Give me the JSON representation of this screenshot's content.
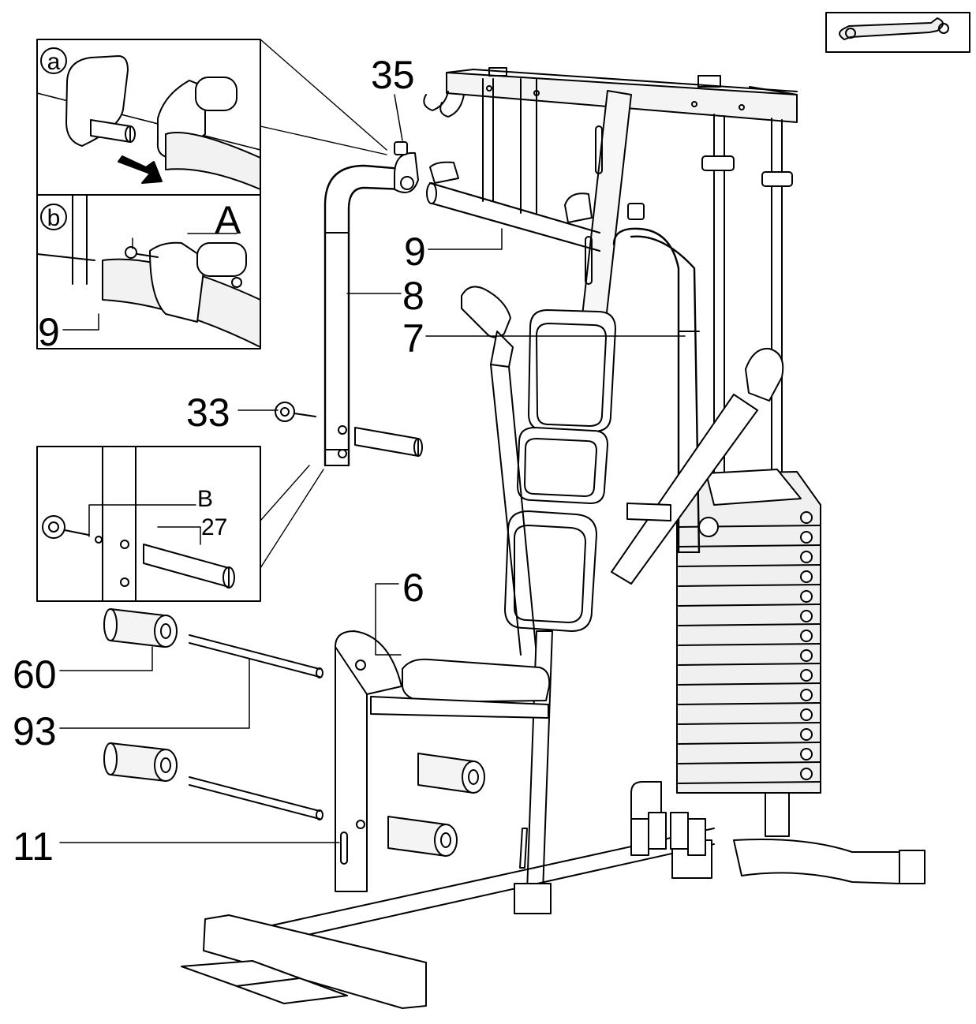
{
  "callouts": {
    "c35": "35",
    "c9_top": "9",
    "c8": "8",
    "c7": "7",
    "c33": "33",
    "c6": "6",
    "c60": "60",
    "c93": "93",
    "c11": "11"
  },
  "inset_a": {
    "marker": "a"
  },
  "inset_b": {
    "marker": "b",
    "label_A": "A",
    "label_9": "9"
  },
  "inset_c": {
    "label_B": "B",
    "label_27": "27"
  },
  "tool_icon": "wrench-icon",
  "colors": {
    "line": "#000000",
    "shade": "#d9d9d9",
    "paper": "#ffffff"
  }
}
